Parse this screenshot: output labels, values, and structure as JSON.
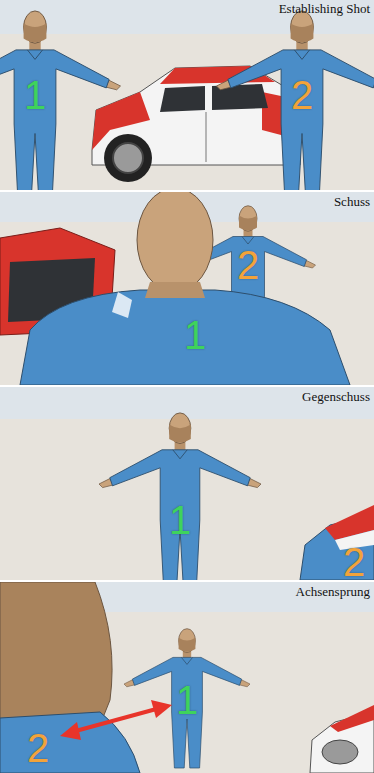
{
  "diagram": {
    "labels": [
      "Establishing Shot",
      "1",
      "2",
      "Schuss",
      "1",
      "2",
      "Gegenschuss",
      "1",
      "2",
      "Achsensprung",
      "1",
      "2"
    ]
  }
}
